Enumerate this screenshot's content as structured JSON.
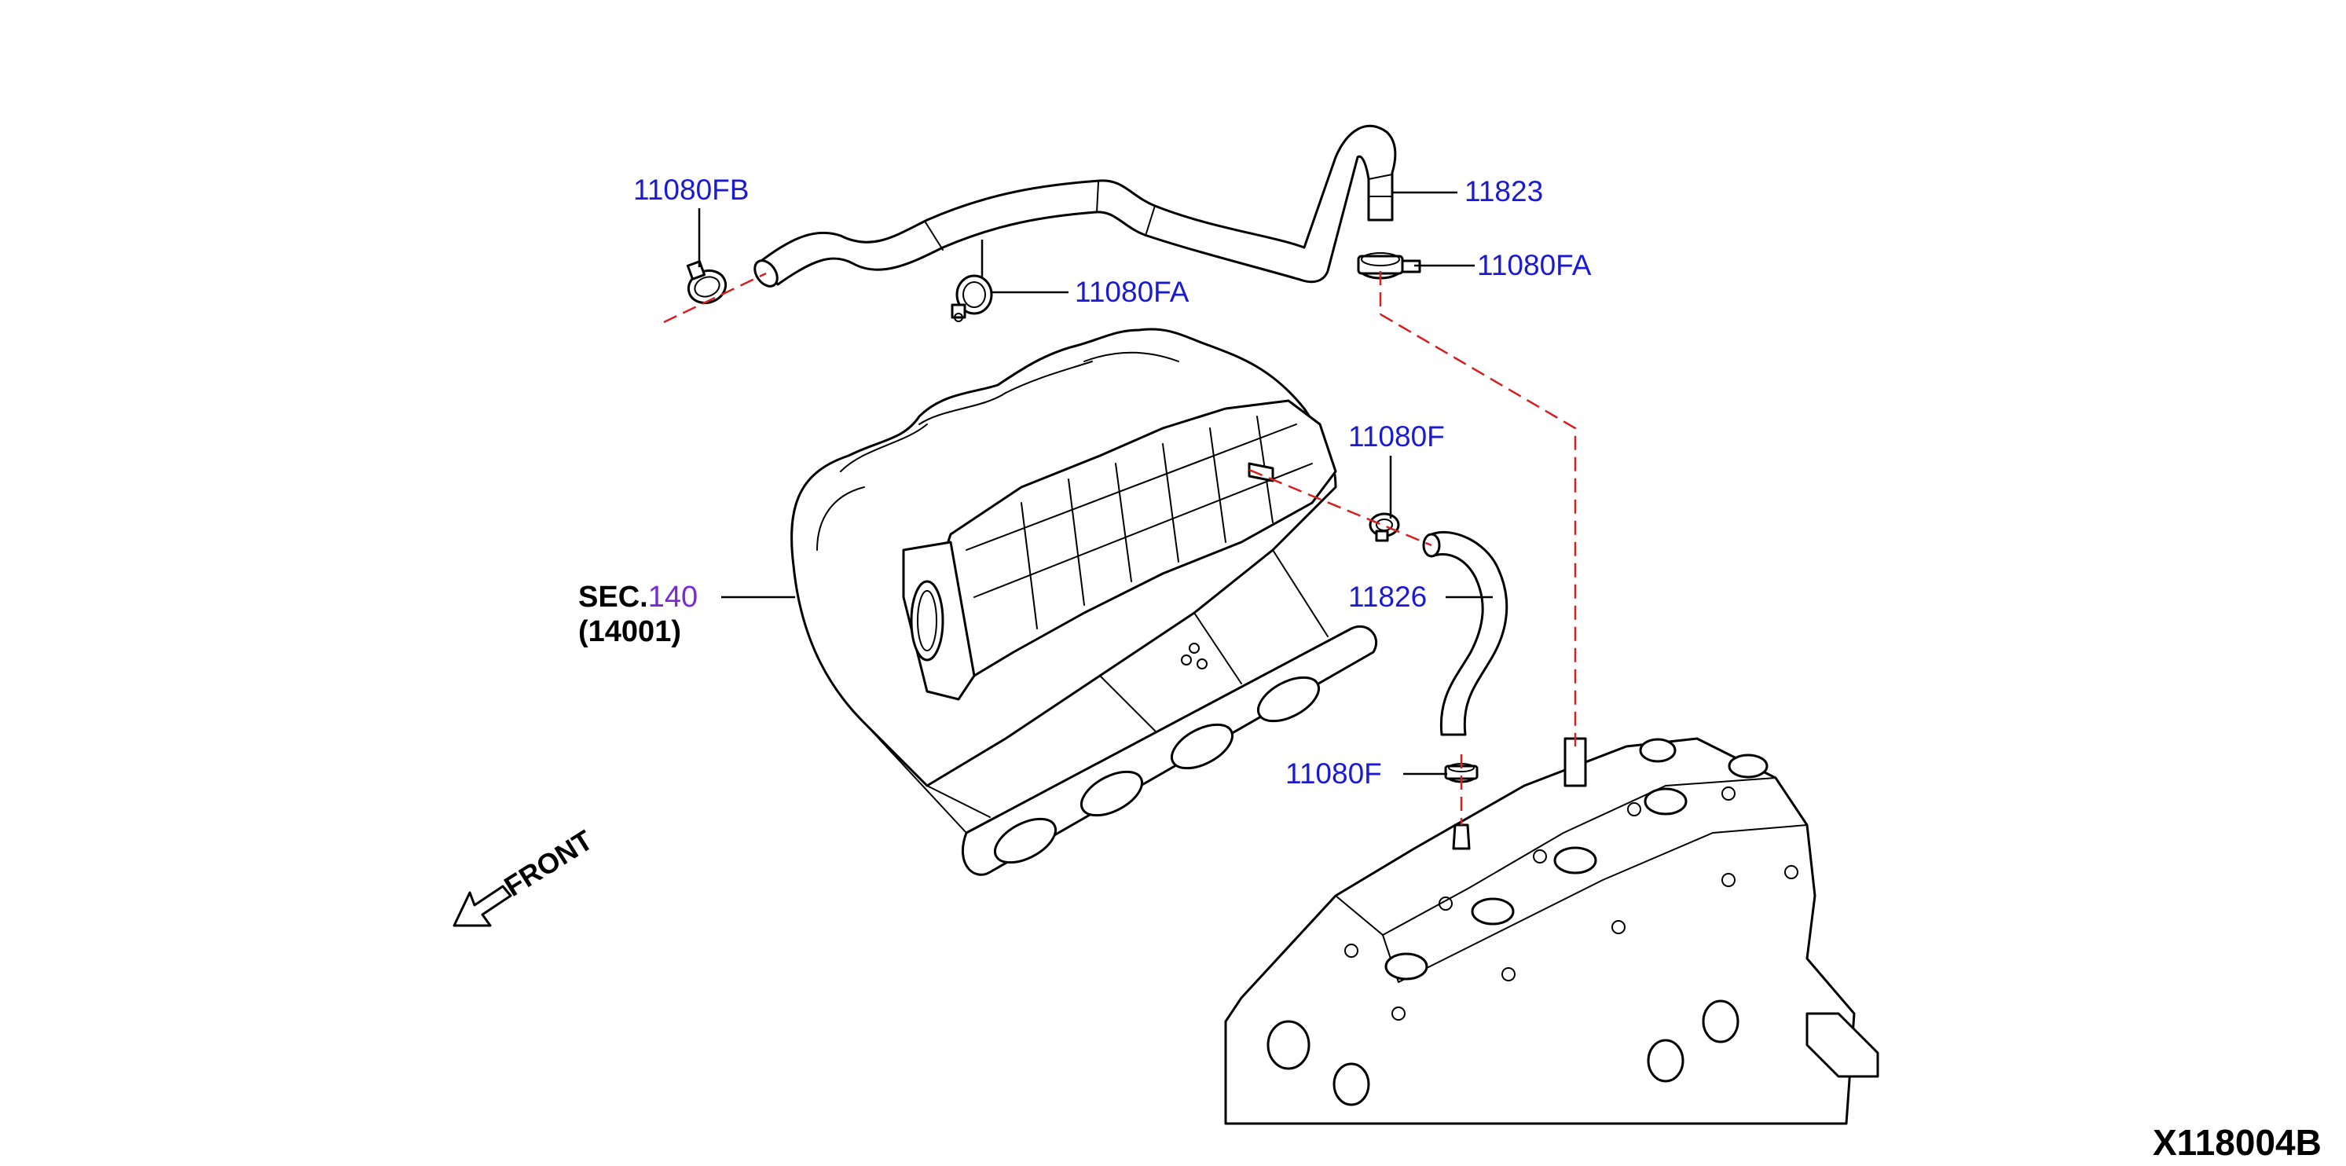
{
  "colors": {
    "part_label": "#1a1ad4",
    "section_number": "#7a2ad4",
    "reference_line": "#d42020",
    "line_art": "#000000",
    "background": "#ffffff"
  },
  "labels": {
    "clamp_11080fb": "11080FB",
    "clamp_11080fa_left": "11080FA",
    "hose_11823": "11823",
    "clamp_11080fa_right": "11080FA",
    "clamp_11080f_upper": "11080F",
    "hose_11826": "11826",
    "clamp_11080f_lower": "11080F",
    "section_prefix": "SEC.",
    "section_number": "140",
    "section_part": "(14001)",
    "front": "FRONT",
    "diagram_id": "X118004B"
  }
}
